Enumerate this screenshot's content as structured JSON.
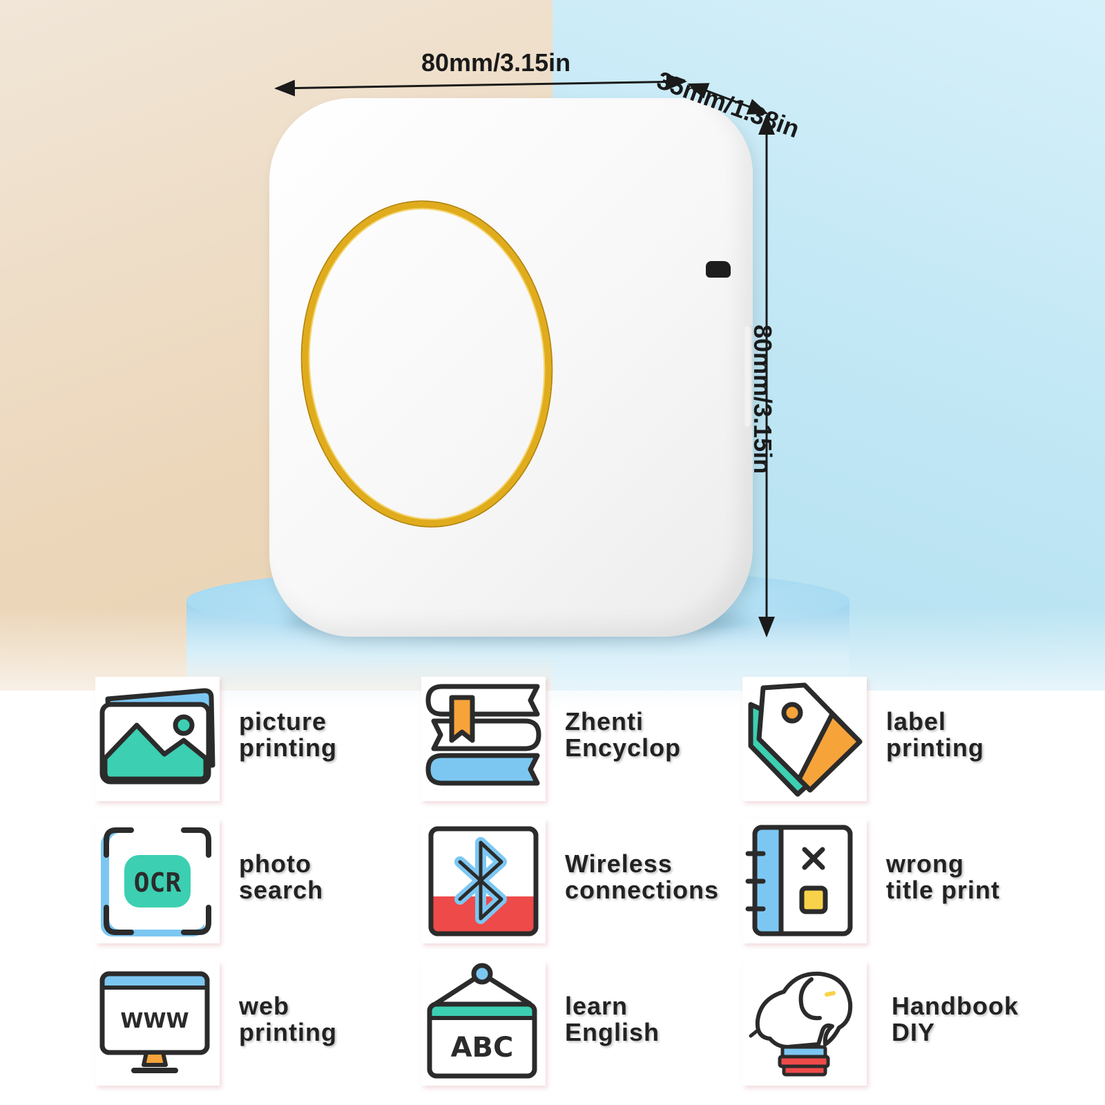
{
  "dimensions": {
    "width": "80mm/3.15in",
    "depth": "35mm/1.38in",
    "height": "80mm/3.15in"
  },
  "colors": {
    "ring_gold": "#e0ac1c",
    "icon_teal": "#3ccfb2",
    "icon_blue": "#7cc7f2",
    "icon_orange": "#f6a33a",
    "icon_red": "#ef4a4a",
    "icon_yellow": "#f7d24a",
    "outline": "#2b2b2b"
  },
  "features": [
    {
      "icon": "picture-icon",
      "line1": "picture",
      "line2": "printing"
    },
    {
      "icon": "books-icon",
      "line1": "Zhenti",
      "line2": "Encyclop"
    },
    {
      "icon": "tag-icon",
      "line1": "label",
      "line2": "printing"
    },
    {
      "icon": "ocr-icon",
      "line1": "photo",
      "line2": "search"
    },
    {
      "icon": "bluetooth-icon",
      "line1": "Wireless",
      "line2": "connections"
    },
    {
      "icon": "notebook-icon",
      "line1": "wrong",
      "line2": "title print"
    },
    {
      "icon": "monitor-icon",
      "line1": "web",
      "line2": "printing",
      "icon_text": "WWW"
    },
    {
      "icon": "sign-icon",
      "line1": "learn",
      "line2": "English",
      "icon_text": "ABC"
    },
    {
      "icon": "elephant-icon",
      "line1": "Handbook",
      "line2": "DIY"
    }
  ],
  "ocr_icon_text": "OCR"
}
